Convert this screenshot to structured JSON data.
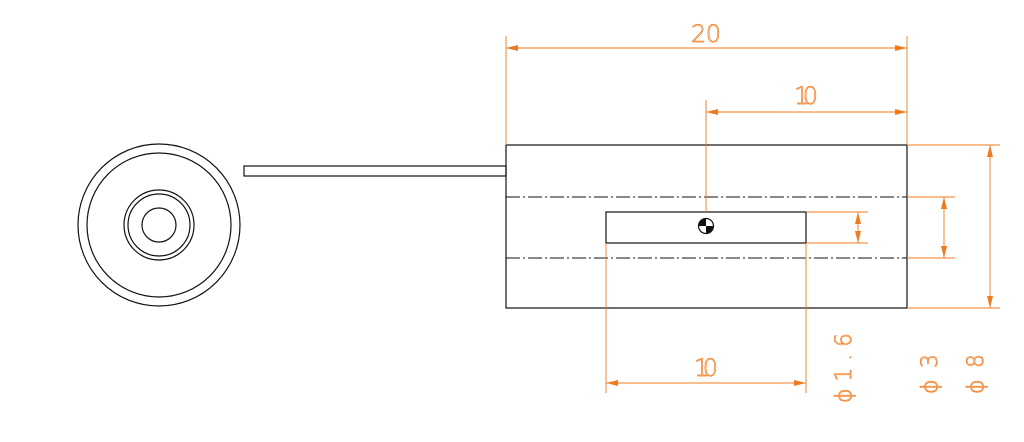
{
  "drawing": {
    "colors": {
      "object_lines": "#111111",
      "dimension_lines": "#f07a1e",
      "background": "#ffffff"
    },
    "dimensions": {
      "overall_length": "20",
      "offset_length": "10",
      "window_length": "10",
      "inner_diameter": "ϕ1.6",
      "mid_diameter": "ϕ3",
      "outer_diameter": "ϕ8"
    },
    "icons": [
      "center-of-gravity-symbol"
    ]
  }
}
